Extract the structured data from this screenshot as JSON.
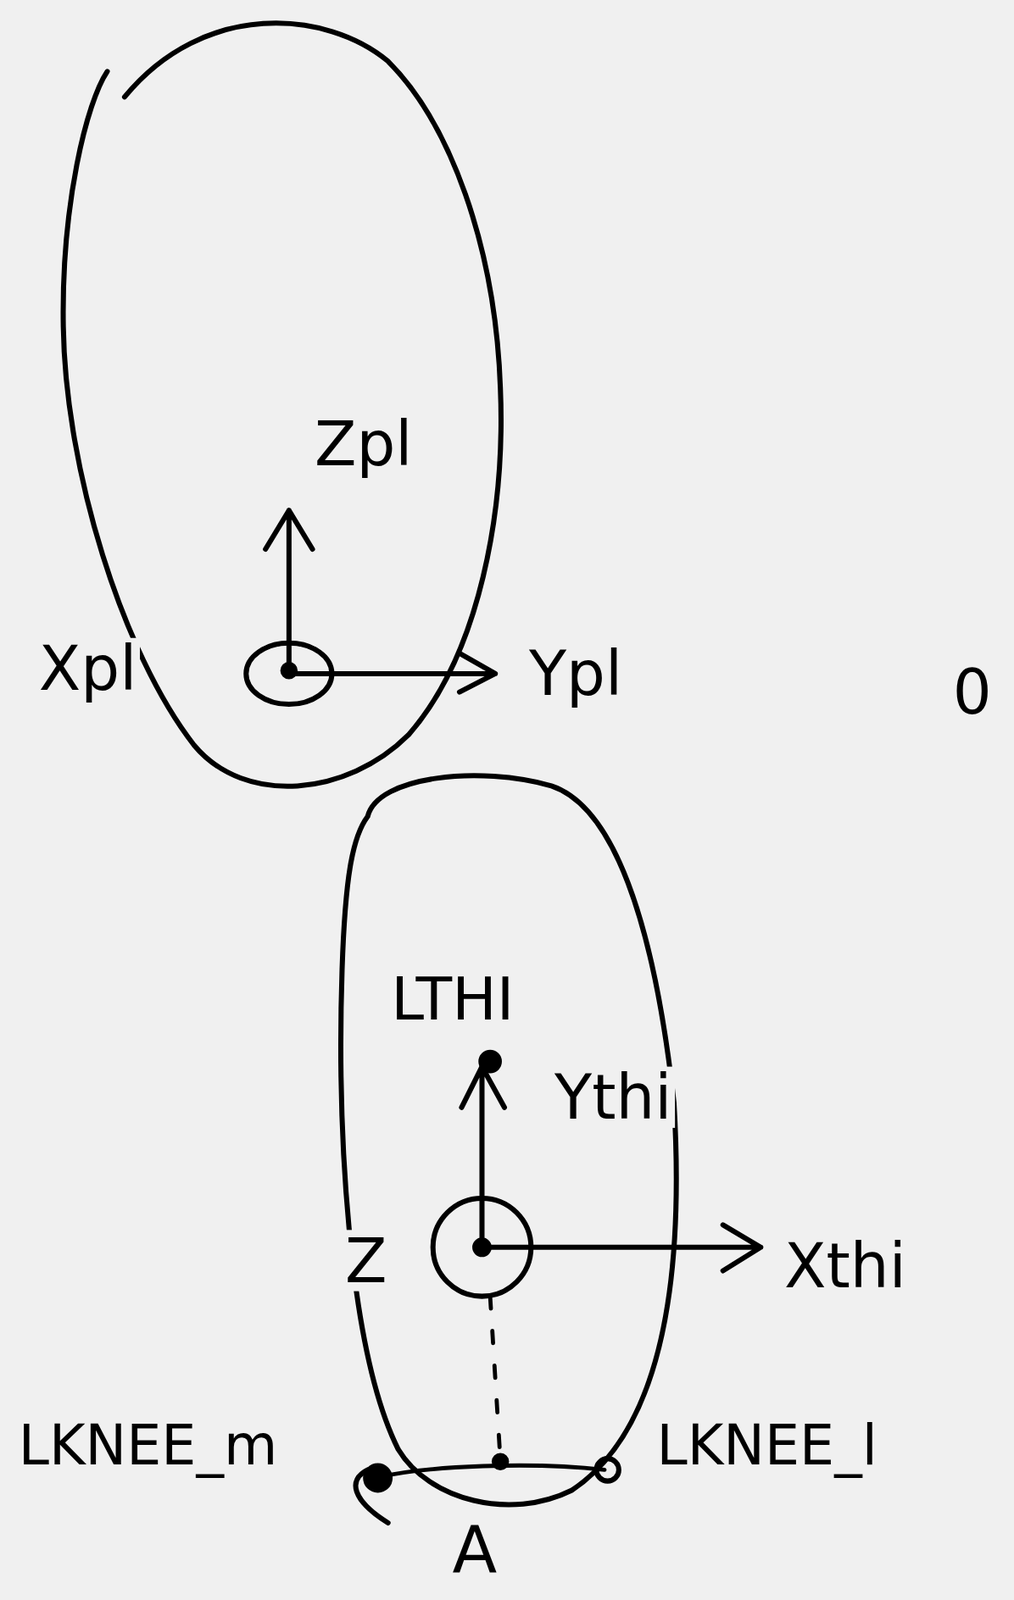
{
  "diagram": {
    "labels": [
      "Zpl",
      "Xpl",
      "Ypl",
      "0",
      "LTHI",
      "Ythi",
      "Z",
      "Xthi",
      "LKNEE_m",
      "LKNEE_l",
      "A"
    ]
  }
}
